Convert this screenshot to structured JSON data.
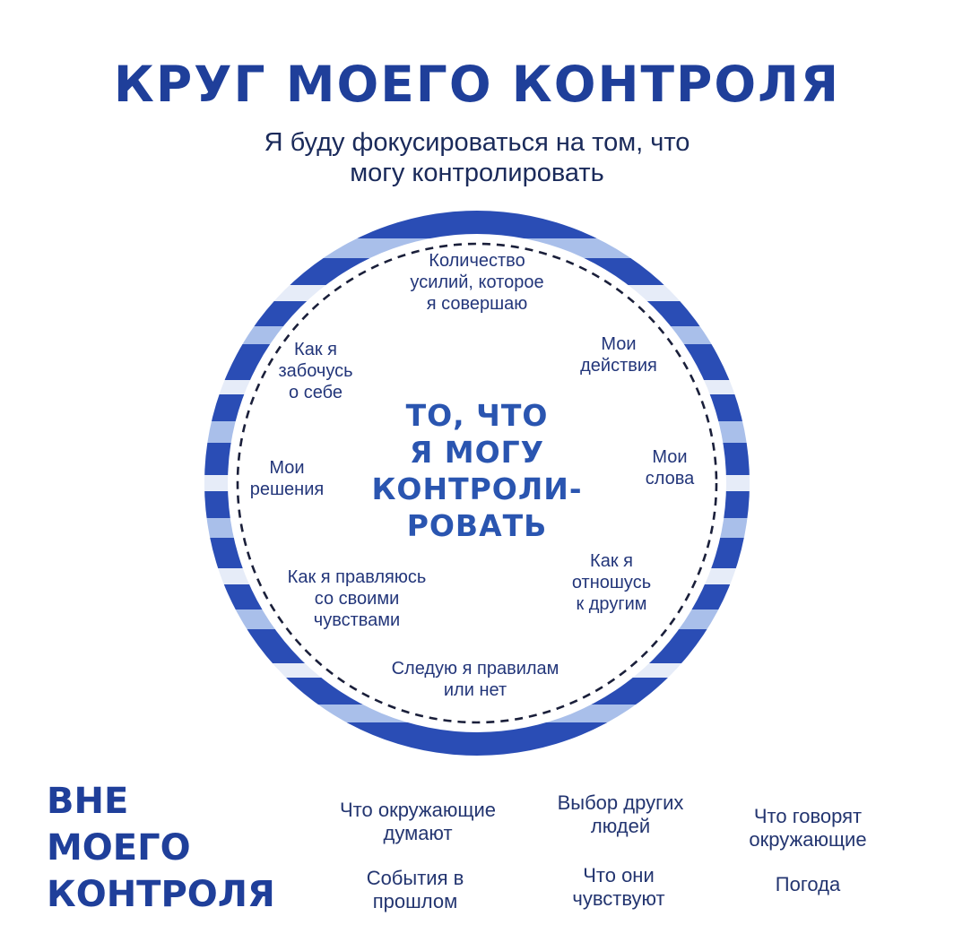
{
  "title": "КРУГ МОЕГО КОНТРОЛЯ",
  "subtitle": {
    "line1": "Я буду фокусироваться на том, что",
    "line2": "могу контролировать"
  },
  "inside": {
    "center": "ТО, ЧТО\nЯ МОГУ\nКОНТРОЛИ-\nРОВАТЬ",
    "items": [
      "Количество\nусилий, которое\nя совершаю",
      "Мои\nдействия",
      "Мои\nслова",
      "Как я\nотношусь\nк другим",
      "Следую я правилам\nили нет",
      "Как я правляюсь\nсо своими\nчувствами",
      "Мои\nрешения",
      "Как я\nзабочусь\nо себе"
    ]
  },
  "outside": {
    "title_lines": [
      "ВНЕ",
      "МОЕГО",
      "КОНТРОЛЯ"
    ],
    "items": [
      "Что окружающие\nдумают",
      "Выбор других\nлюдей",
      "Что говорят\nокружающие",
      "События в\nпрошлом",
      "Что они\nчувствуют",
      "Погода"
    ]
  },
  "colors": {
    "ring_dark": "#2a4db5",
    "ring_light": "#a9bfea",
    "ring_pale": "#e6ecf8",
    "text_blue": "#1f3f9a"
  }
}
